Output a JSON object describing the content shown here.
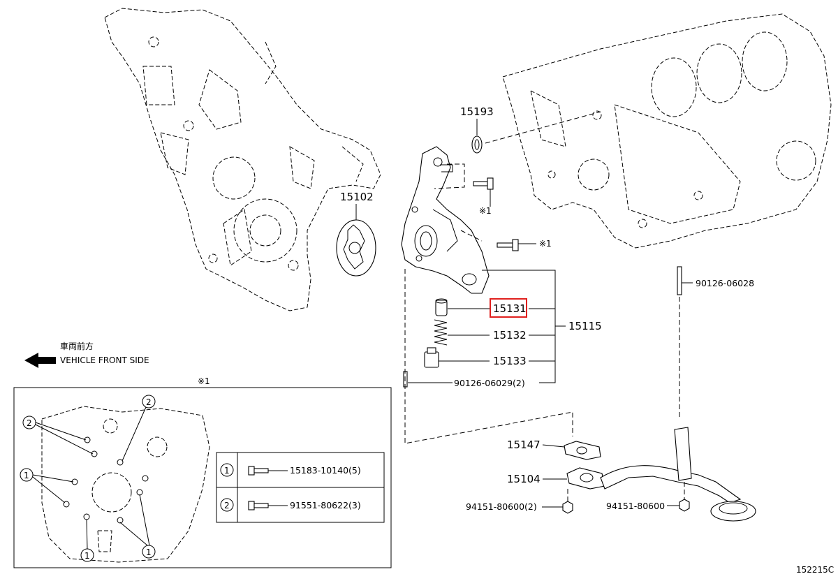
{
  "figure_code": "152215C",
  "front_side": {
    "jp": "車両前方",
    "en": "VEHICLE FRONT SIDE"
  },
  "parts": {
    "p15193": "15193",
    "p15102": "15102",
    "p15131": "15131",
    "p15132": "15132",
    "p15133": "15133",
    "p15115": "15115",
    "p90126_06029": "90126-06029(2)",
    "p90126_06028": "90126-06028",
    "p15147": "15147",
    "p15104": "15104",
    "p94151_left": "94151-80600(2)",
    "p94151_right": "94151-80600"
  },
  "note_mark": "※1",
  "inset": {
    "title": "※1",
    "legend": [
      {
        "num": "1",
        "part": "15183-10140(5)"
      },
      {
        "num": "2",
        "part": "91551-80622(3)"
      }
    ]
  },
  "highlight_color": "#e0201e"
}
